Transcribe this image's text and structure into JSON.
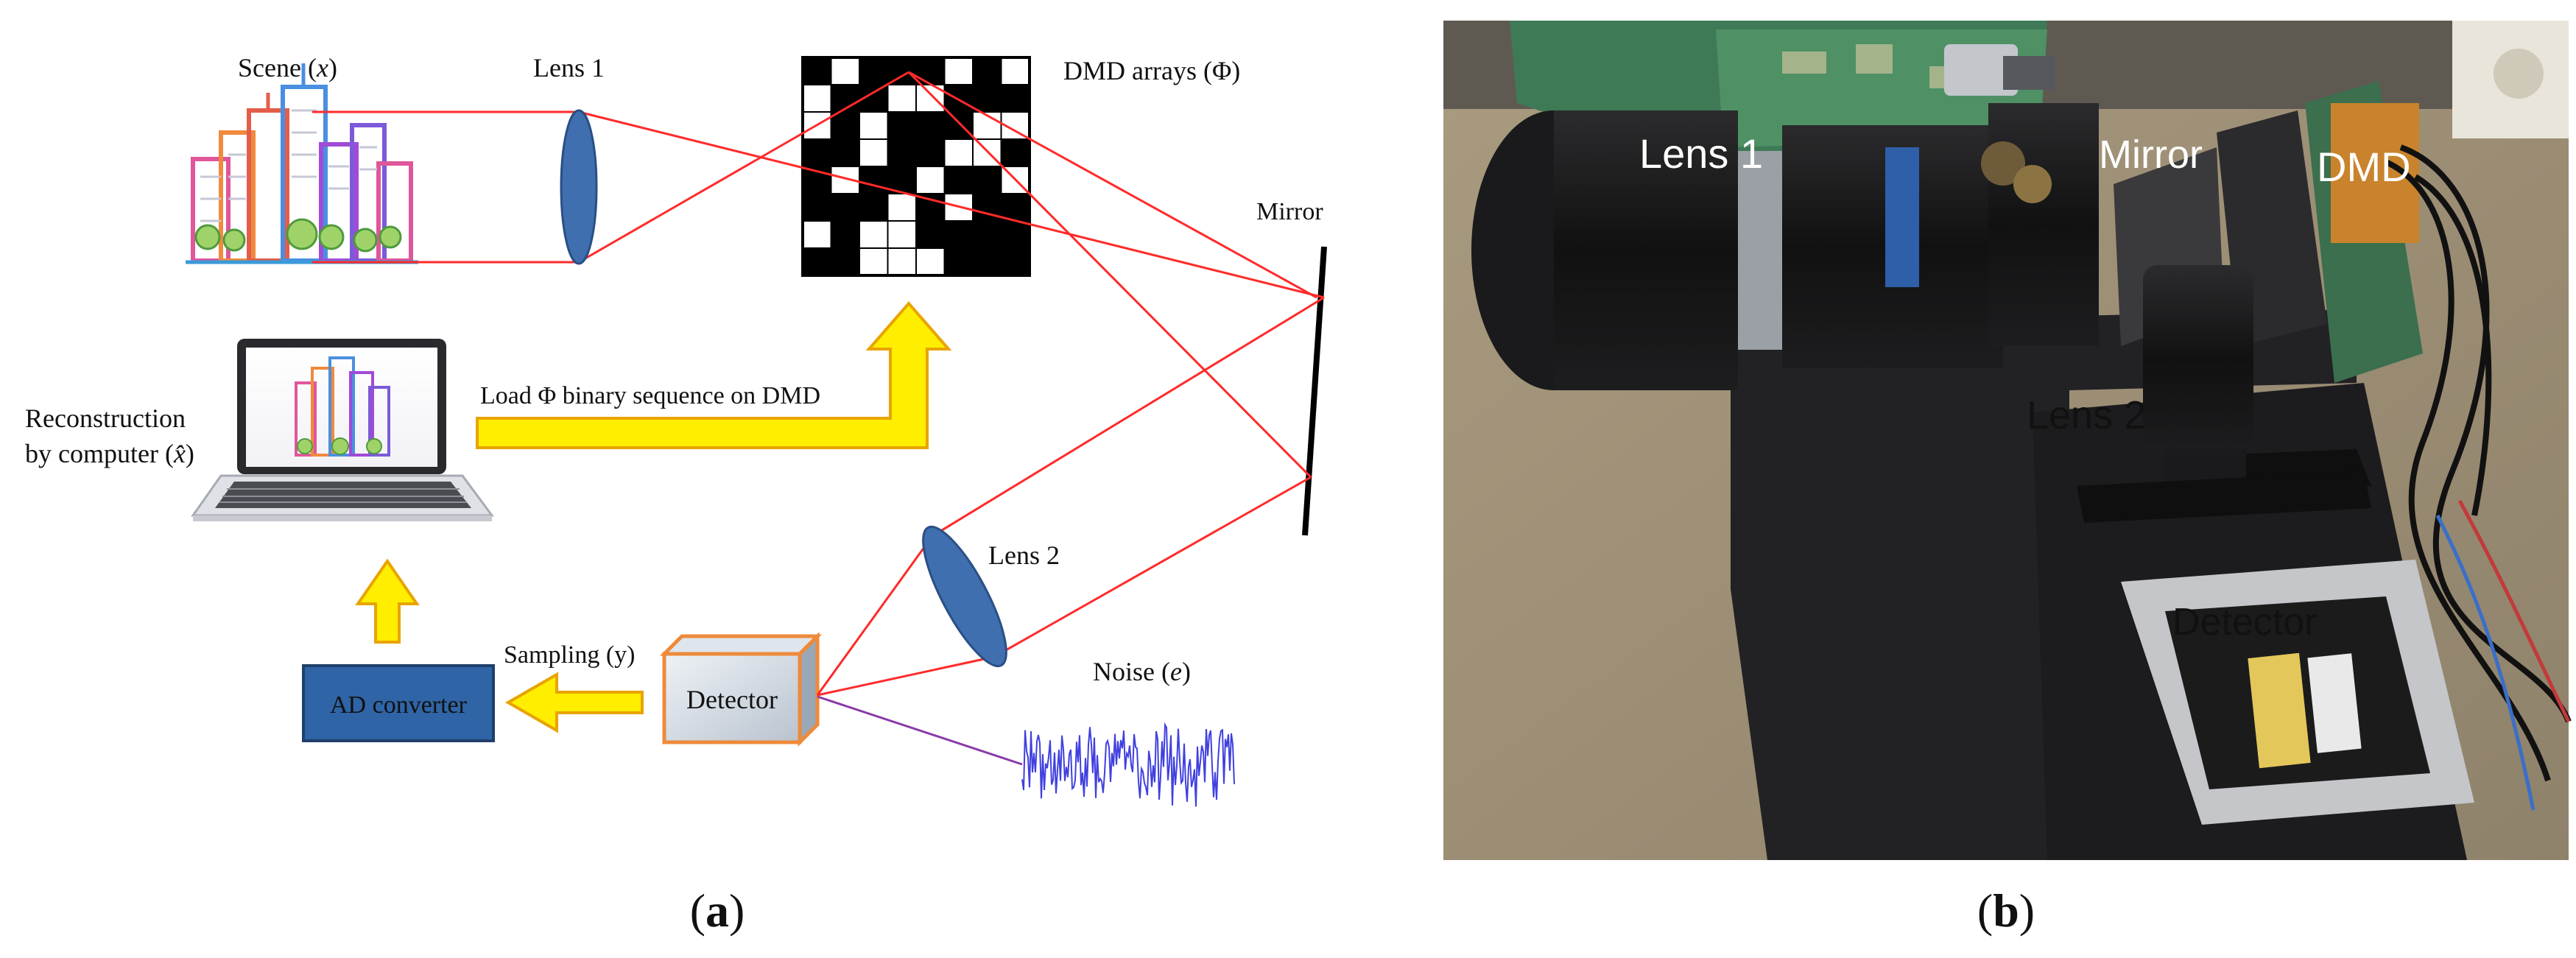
{
  "panel_a": {
    "scene_label": "Scene (",
    "scene_var": "x",
    "scene_close": ")",
    "lens1_label": "Lens 1",
    "dmd_label": "DMD arrays (Φ)",
    "mirror_label": "Mirror",
    "load_label": "Load Φ binary sequence on DMD",
    "recon_line1": "Reconstruction",
    "recon_line2": "by computer (",
    "recon_var": "x̂",
    "recon_close": ")",
    "lens2_label": "Lens 2",
    "sampling_label": "Sampling (y)",
    "detector_label": "Detector",
    "ad_label": "AD converter",
    "noise_label": "Noise (",
    "noise_var": "e",
    "noise_close": ")",
    "caption_open": "(",
    "caption_letter": "a",
    "caption_close": ")"
  },
  "panel_b": {
    "lens1": "Lens 1",
    "mirror": "Mirror",
    "dmd": "DMD",
    "lens2": "Lens 2",
    "detector": "Detector",
    "caption_open": "(",
    "caption_letter": "b",
    "caption_close": ")"
  },
  "colors": {
    "ray": "#ff2a2a",
    "lens": "#3f6fae",
    "ad_box": "#2f64a6",
    "arrow": "#ffee00",
    "arrow_edge": "#e8a400",
    "detector_edge": "#ee8a3a",
    "noise": "#4040e0",
    "noise_link": "#8a3aa8"
  }
}
